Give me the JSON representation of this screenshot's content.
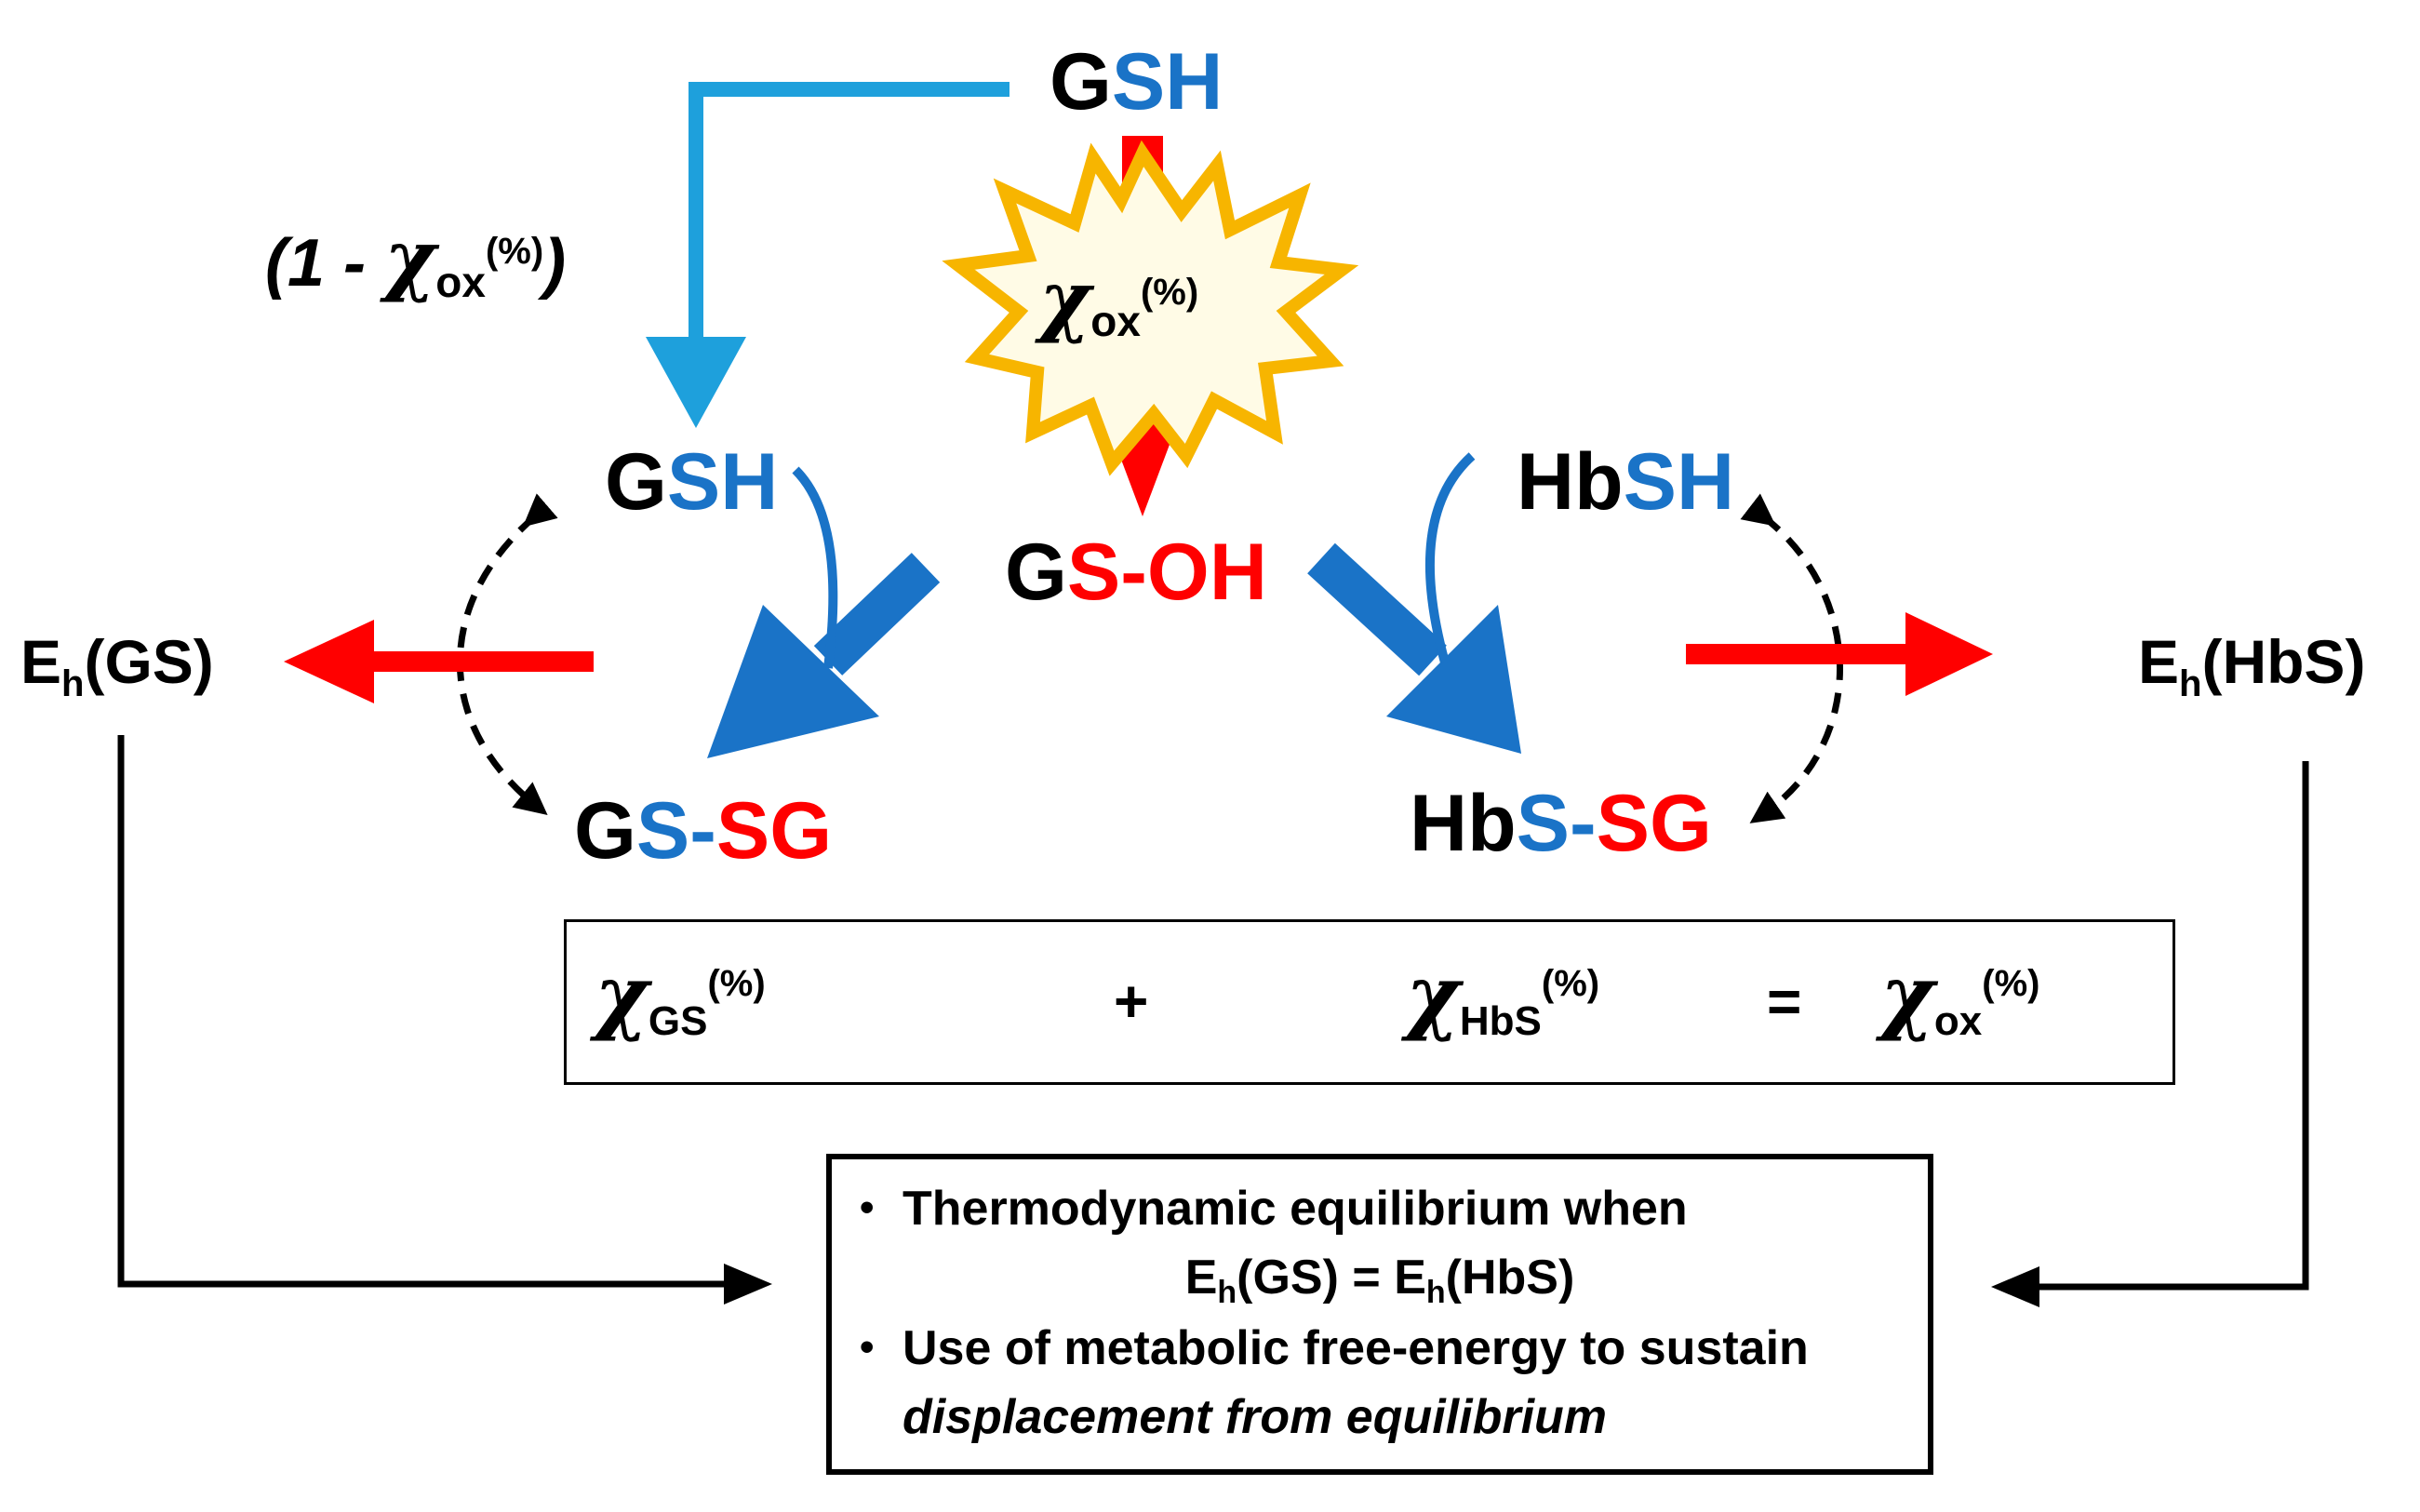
{
  "molecules": {
    "gsh_top": {
      "g": "G",
      "sh": "SH"
    },
    "gsh_left": {
      "g": "G",
      "sh": "SH"
    },
    "gs_oh": {
      "g": "G",
      "s": "S",
      "oh": "-OH"
    },
    "hbsh": {
      "hb": "Hb",
      "sh": "SH"
    },
    "gssg": {
      "g": "G",
      "s": "S",
      "dash": "-",
      "sg": "SG"
    },
    "hbssg": {
      "hb": "Hb",
      "s": "S",
      "dash": "-",
      "sg": "SG"
    }
  },
  "redox_potentials": {
    "left": {
      "e": "E",
      "h": "h",
      "species": "(GS)"
    },
    "right": {
      "e": "E",
      "h": "h",
      "species": "(HbS)"
    }
  },
  "fraction_label": {
    "open": "(1 - ",
    "chi": "χ",
    "sub": "ox",
    "sup": "(%)",
    "close": ")"
  },
  "star_label": {
    "chi": "χ",
    "sub": "ox",
    "sup": "(%)"
  },
  "balance": {
    "term1": {
      "chi": "χ",
      "sub": "GS",
      "sup": "(%)"
    },
    "plus": "+",
    "term2": {
      "chi": "χ",
      "sub": "HbS",
      "sup": "(%)"
    },
    "equals": "=",
    "term3": {
      "chi": "χ",
      "sub": "ox",
      "sup": "(%)"
    }
  },
  "info": {
    "bullet": "•",
    "line1": "Thermodynamic equilibrium when",
    "line2": {
      "e1": "E",
      "h1": "h",
      "s1": "(GS) = ",
      "e2": "E",
      "h2": "h",
      "s2": "(HbS)"
    },
    "line3": "Use of metabolic free-energy to sustain",
    "line4": "displacement from equilibrium"
  },
  "colors": {
    "black": "#000000",
    "blue": "#1a73c7",
    "light_blue": "#1ea0dc",
    "red": "#ff0000",
    "star_outline": "#f7b500",
    "star_fill": "#fffbe6"
  }
}
